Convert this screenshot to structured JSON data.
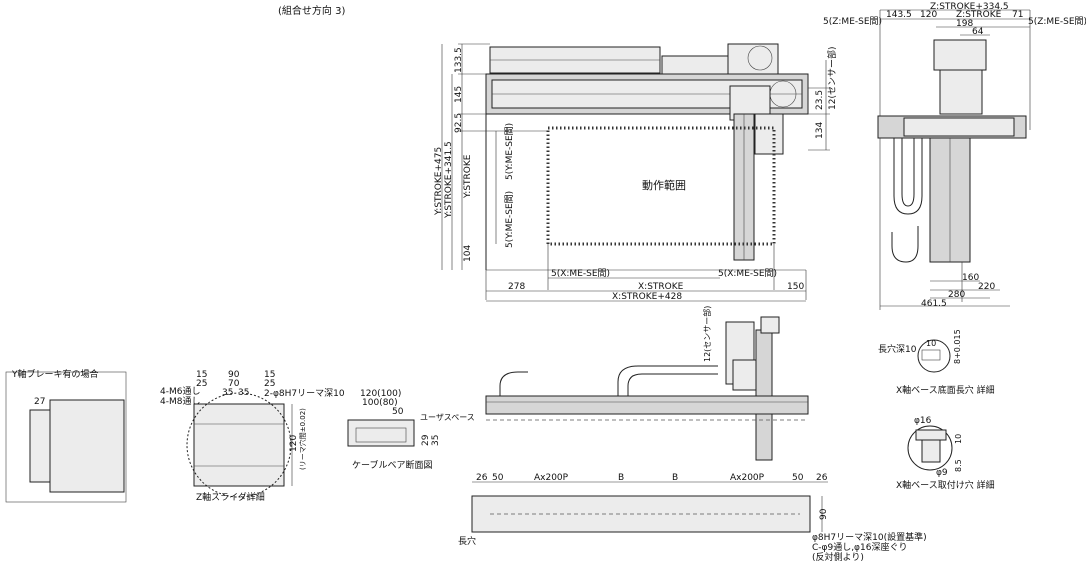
{
  "header": {
    "caption": "(組合せ方向 3)"
  },
  "main_view": {
    "range_label": "動作範囲",
    "top_dims": {
      "d1": "133.5",
      "d2": "145",
      "d3": "92.5"
    },
    "right_dims": {
      "d1": "23.5",
      "d2": "12(センサー部)",
      "d3": "134"
    },
    "left_dims": {
      "ys475": "Y:STROKE+475",
      "ys341": "Y:STROKE+341.5",
      "ys": "Y:STROKE",
      "d104": "104"
    },
    "y_se_top": "5(Y:ME-SE間)",
    "y_se_bottom": "5(Y:ME-SE間)",
    "x_se_left": "5(X:ME-SE間)",
    "x_se_right": "5(X:ME-SE間)",
    "d278": "278",
    "xstroke": "X:STROKE",
    "d150": "150",
    "xstroke428": "X:STROKE+428"
  },
  "side_view": {
    "zs3345": "Z:STROKE+334.5",
    "z_se_left": "5(Z:ME-SE間)",
    "z_se_right": "5(Z:ME-SE間)",
    "d1435": "143.5",
    "d120": "120",
    "zs": "Z:STROKE",
    "d71": "71",
    "d198": "198",
    "d64": "64",
    "d160": "160",
    "d220": "220",
    "d280": "280",
    "d4615": "461.5"
  },
  "front_view": {
    "sensor": "12(センサー部)"
  },
  "base_view": {
    "d26a": "26",
    "d50a": "50",
    "ax1": "Ax200P",
    "b1": "B",
    "b2": "B",
    "ax2": "Ax200P",
    "d50b": "50",
    "d26b": "26",
    "d90": "90",
    "note1": "φ8H7リーマ深10(設置基準)",
    "note2": "C-φ9通し,φ16深座ぐり",
    "note3": "(反対側より)",
    "long_hole": "長穴"
  },
  "brake_detail": {
    "title": "Y軸ブレーキ有の場合",
    "d27": "27"
  },
  "z_slider": {
    "title": "Z軸スライダ詳細",
    "d15a": "15",
    "d90": "90",
    "d15b": "15",
    "d25a": "25",
    "d70": "70",
    "d25b": "25",
    "d35a": "35",
    "d35b": "35",
    "m6": "4-M6通し",
    "m8": "4-M8通し",
    "pin": "2-φ8H7リーマ深10",
    "d120": "120",
    "pin_note": "(リーマ穴間±0.02)"
  },
  "cable": {
    "title": "ケーブルベア断面図",
    "w1": "120(100)",
    "w2": "100(80)",
    "d50": "50",
    "user": "ユーザスペース",
    "h29": "29",
    "h35": "35"
  },
  "x_hole": {
    "title": "X軸ベース底面長穴 詳細",
    "label": "長穴深10",
    "d10": "10",
    "d8": "8+0.015"
  },
  "x_mount": {
    "title": "X軸ベース取付け穴 詳細",
    "d16": "φ16",
    "d9": "φ9",
    "d10": "10",
    "d85": "8.5"
  }
}
